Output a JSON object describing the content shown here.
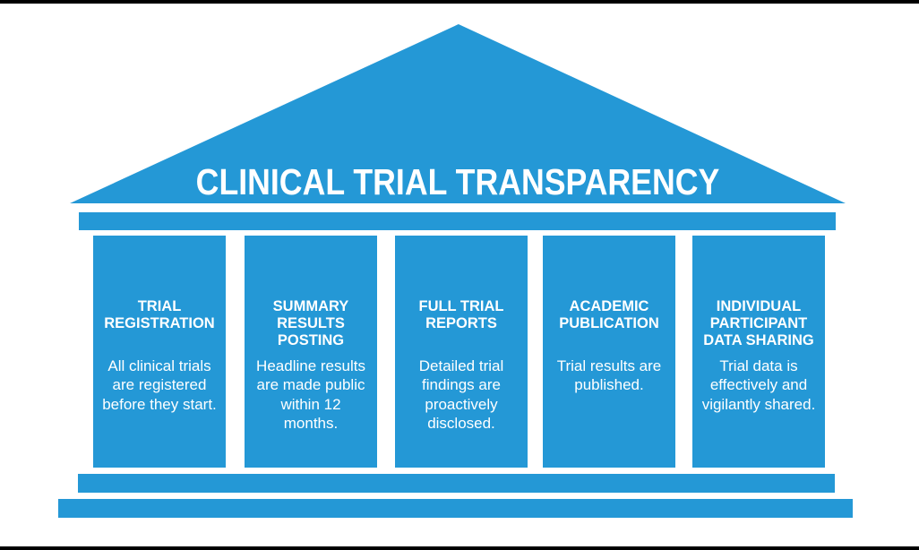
{
  "diagram": {
    "title": "CLINICAL TRIAL TRANSPARENCY",
    "pillars": [
      {
        "heading": "TRIAL\nREGISTRATION",
        "body": "All clinical trials\nare registered\nbefore they start."
      },
      {
        "heading": "SUMMARY\nRESULTS\nPOSTING",
        "body": "Headline results\nare made public\nwithin 12\nmonths."
      },
      {
        "heading": "FULL TRIAL\nREPORTS",
        "body": "Detailed trial\nfindings are\nproactively\ndisclosed."
      },
      {
        "heading": "ACADEMIC\nPUBLICATION",
        "body": "Trial results are\npublished."
      },
      {
        "heading": "INDIVIDUAL\nPARTICIPANT\nDATA SHARING",
        "body": "Trial data is\neffectively and\nvigilantly shared."
      }
    ],
    "colors": {
      "primary_blue": "#2498D6",
      "text": "#FFFFFF",
      "frame": "#000000",
      "background": "#FFFFFF"
    }
  }
}
